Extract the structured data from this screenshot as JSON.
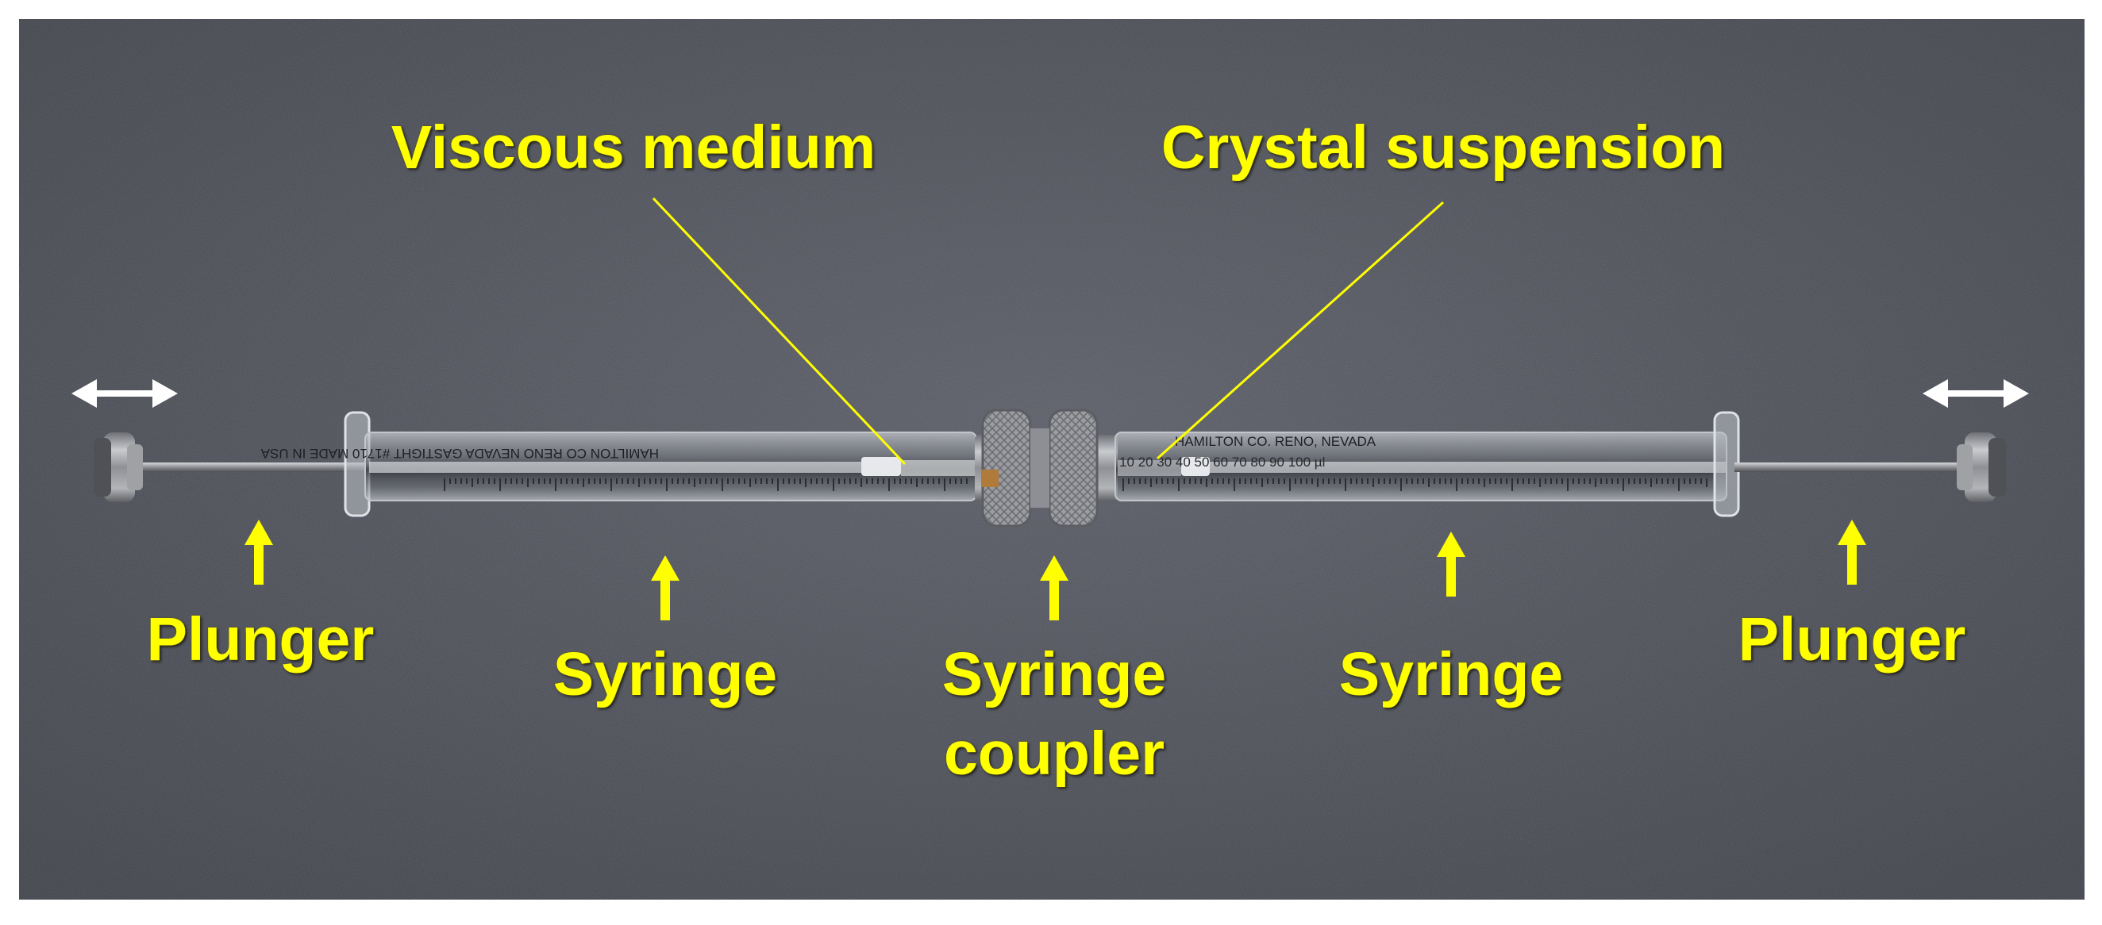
{
  "labels": {
    "viscous_medium": "Viscous medium",
    "crystal_suspension": "Crystal suspension",
    "plunger_left": "Plunger",
    "syringe_left": "Syringe",
    "syringe_coupler_line1": "Syringe",
    "syringe_coupler_line2": "coupler",
    "syringe_right": "Syringe",
    "plunger_right": "Plunger"
  },
  "barrel_markings": {
    "left": "HAMILTON CO RENO NEVADA  GASTIGHT #1710  MADE IN USA",
    "right": "HAMILTON CO. RENO, NEVADA",
    "scale": "10 20 30 40 50 60 70 80 90 100 µl"
  },
  "colors": {
    "label": "#ffff00",
    "leader_line": "#ffff00",
    "double_arrow": "#ffffff",
    "background": "#4a4c55"
  }
}
